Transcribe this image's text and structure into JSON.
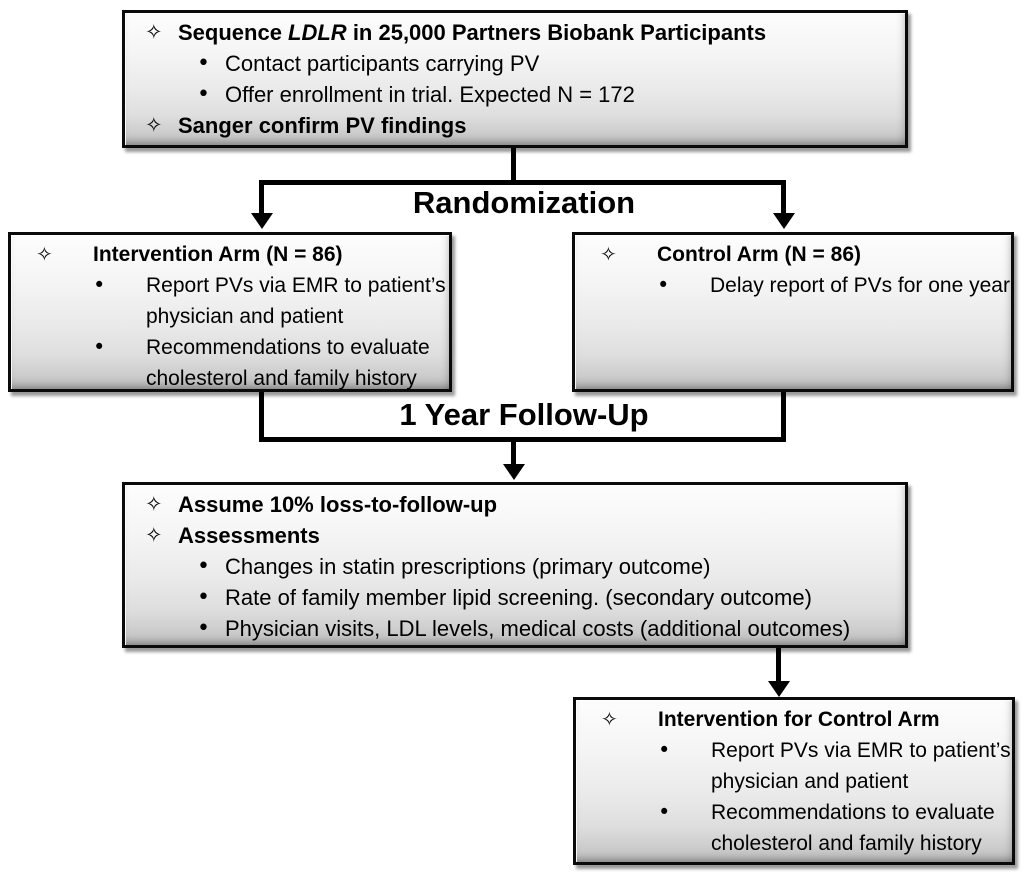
{
  "page": {
    "background": "#ffffff"
  },
  "colors": {
    "line": "#000000",
    "box_border": "#0a0a0a",
    "box_fill_top": "#fdfdfd",
    "box_fill_bottom": "#bdbdbd",
    "shadow": "rgba(0,0,0,0.40)"
  },
  "markers": {
    "diamond": "✧",
    "bullet": "•"
  },
  "labels": {
    "randomization": "Randomization",
    "follow_up": "1 Year Follow-Up"
  },
  "boxes": [
    {
      "id": "sequence",
      "items": [
        {
          "marker": "diamond",
          "bold": true,
          "lines": [
            [
              {
                "t": "Sequence "
              },
              {
                "t": "LDLR",
                "italic": true
              },
              {
                "t": " in 25,000 Partners Biobank Participants"
              }
            ]
          ]
        },
        {
          "marker": "bullet",
          "bold": false,
          "lines": [
            [
              {
                "t": "Contact participants carrying PV"
              }
            ]
          ]
        },
        {
          "marker": "bullet",
          "bold": false,
          "lines": [
            [
              {
                "t": "Offer enrollment in trial. Expected N = 172"
              }
            ]
          ]
        },
        {
          "marker": "diamond",
          "bold": true,
          "lines": [
            [
              {
                "t": "Sanger confirm PV findings"
              }
            ]
          ]
        }
      ]
    },
    {
      "id": "intervention",
      "items": [
        {
          "marker": "diamond",
          "bold": true,
          "lines": [
            [
              {
                "t": "Intervention Arm (N = 86)"
              }
            ]
          ]
        },
        {
          "marker": "bullet",
          "bold": false,
          "lines": [
            [
              {
                "t": "Report PVs via EMR to patient’s"
              }
            ],
            [
              {
                "t": "physician and patient"
              }
            ]
          ]
        },
        {
          "marker": "bullet",
          "bold": false,
          "lines": [
            [
              {
                "t": "Recommendations to evaluate"
              }
            ],
            [
              {
                "t": "cholesterol and family history"
              }
            ]
          ]
        }
      ]
    },
    {
      "id": "control",
      "items": [
        {
          "marker": "diamond",
          "bold": true,
          "lines": [
            [
              {
                "t": "Control Arm (N = 86)"
              }
            ]
          ]
        },
        {
          "marker": "bullet",
          "bold": false,
          "lines": [
            [
              {
                "t": "Delay report of PVs for one year"
              }
            ]
          ]
        }
      ]
    },
    {
      "id": "assessments",
      "items": [
        {
          "marker": "diamond",
          "bold": true,
          "lines": [
            [
              {
                "t": "Assume 10% loss-to-follow-up"
              }
            ]
          ]
        },
        {
          "marker": "diamond",
          "bold": true,
          "lines": [
            [
              {
                "t": "Assessments"
              }
            ]
          ]
        },
        {
          "marker": "bullet",
          "bold": false,
          "lines": [
            [
              {
                "t": "Changes in statin prescriptions (primary outcome)"
              }
            ]
          ]
        },
        {
          "marker": "bullet",
          "bold": false,
          "lines": [
            [
              {
                "t": "Rate of family member lipid screening. (secondary outcome)"
              }
            ]
          ]
        },
        {
          "marker": "bullet",
          "bold": false,
          "lines": [
            [
              {
                "t": "Physician visits, LDL levels, medical costs (additional outcomes)"
              }
            ]
          ]
        }
      ]
    },
    {
      "id": "control_intervention",
      "items": [
        {
          "marker": "diamond",
          "bold": true,
          "lines": [
            [
              {
                "t": "Intervention for Control Arm"
              }
            ]
          ]
        },
        {
          "marker": "bullet",
          "bold": false,
          "lines": [
            [
              {
                "t": "Report PVs via EMR to patient’s"
              }
            ],
            [
              {
                "t": "physician and patient"
              }
            ]
          ]
        },
        {
          "marker": "bullet",
          "bold": false,
          "lines": [
            [
              {
                "t": "Recommendations to evaluate"
              }
            ],
            [
              {
                "t": "cholesterol and family history"
              }
            ]
          ]
        }
      ]
    }
  ]
}
